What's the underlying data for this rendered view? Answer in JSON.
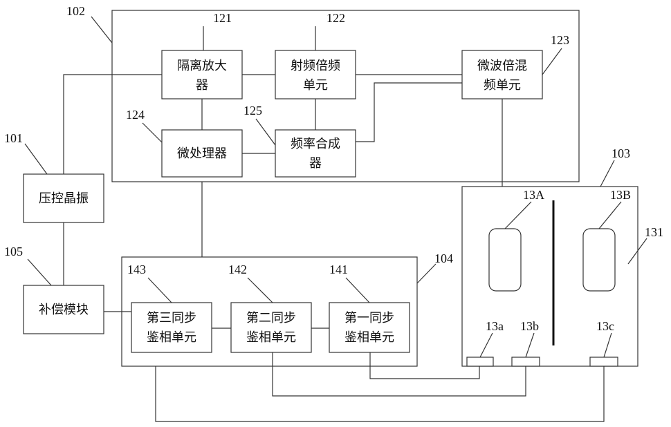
{
  "labels": {
    "ref_101": "101",
    "ref_102": "102",
    "ref_103": "103",
    "ref_104": "104",
    "ref_105": "105",
    "ref_121": "121",
    "ref_122": "122",
    "ref_123": "123",
    "ref_124": "124",
    "ref_125": "125",
    "ref_131": "131",
    "ref_141": "141",
    "ref_142": "142",
    "ref_143": "143",
    "ref_13A": "13A",
    "ref_13B": "13B",
    "ref_13a": "13a",
    "ref_13b": "13b",
    "ref_13c": "13c"
  },
  "blocks": {
    "vcxo": "压控晶振",
    "compensation": "补偿模块",
    "isolation_amp": [
      "隔离放大",
      "器"
    ],
    "rf_multiplier": [
      "射频倍频",
      "单元"
    ],
    "microwave_mixer": [
      "微波倍混",
      "频单元"
    ],
    "microprocessor": "微处理器",
    "freq_synth": [
      "频率合成",
      "器"
    ],
    "phase_unit_1": [
      "第一同步",
      "鉴相单元"
    ],
    "phase_unit_2": [
      "第二同步",
      "鉴相单元"
    ],
    "phase_unit_3": [
      "第三同步",
      "鉴相单元"
    ]
  }
}
